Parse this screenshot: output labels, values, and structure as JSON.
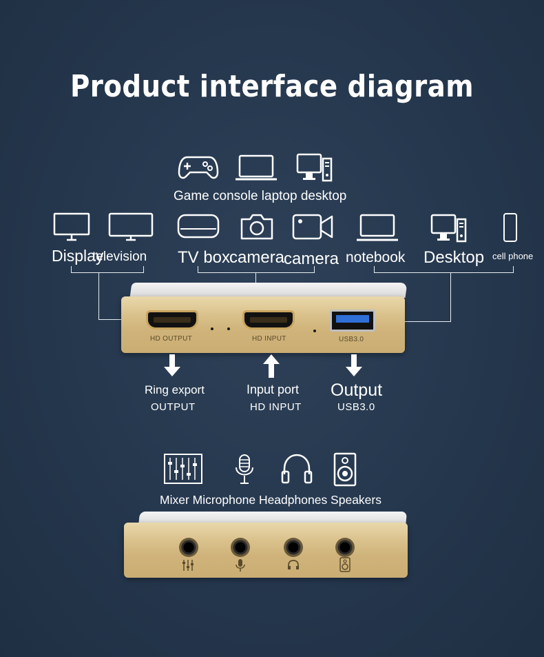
{
  "title": "Product interface diagram",
  "top_group": {
    "label": "Game console laptop desktop",
    "icons": [
      "gamepad-icon",
      "laptop-icon",
      "desktop-icon"
    ]
  },
  "row_labels": {
    "display": "Display",
    "television": "television",
    "tv_box": "TV box",
    "camera1": "camera",
    "camera2": "camera",
    "notebook": "notebook",
    "desktop": "Desktop",
    "cell_phone": "cell phone"
  },
  "ports": {
    "hd_output": "HD OUTPUT",
    "hd_input": "HD INPUT",
    "usb": "USB3.0"
  },
  "arrows": [
    {
      "title": "Ring export",
      "sub": "OUTPUT",
      "direction": "down"
    },
    {
      "title": "Input port",
      "sub": "HD INPUT",
      "direction": "up"
    },
    {
      "title": "Output",
      "sub": "USB3.0",
      "direction": "down"
    }
  ],
  "audio": {
    "label": "Mixer Microphone Headphones Speakers",
    "icons": [
      "mixer-icon",
      "microphone-icon",
      "headphones-icon",
      "speaker-icon"
    ]
  },
  "colors": {
    "background": "#25374d",
    "device_gold": "#d4b87e",
    "usb_blue": "#2f6fd6"
  }
}
